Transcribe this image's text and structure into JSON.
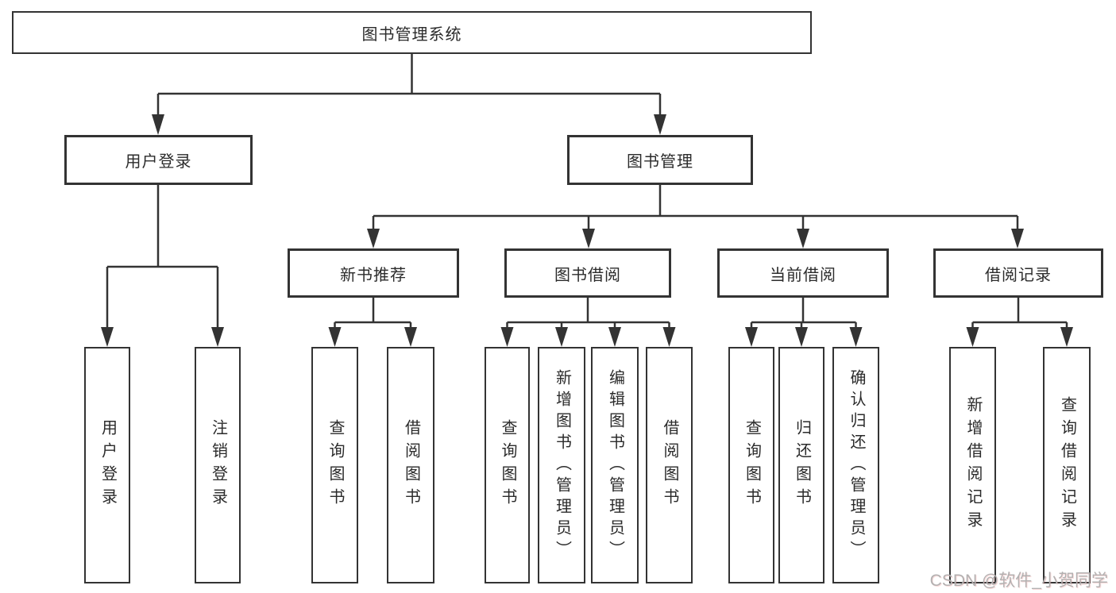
{
  "diagram": {
    "root": "图书管理系统",
    "level2": {
      "user_login": "用户登录",
      "book_mgmt": "图书管理"
    },
    "level3": {
      "new_book_rec": "新书推荐",
      "book_borrow": "图书借阅",
      "current_borrow": "当前借阅",
      "borrow_record": "借阅记录"
    },
    "leaves": {
      "user_login_leaf": "用户登录",
      "logout": "注销登录",
      "query_book_rec": "查询图书",
      "borrow_book_rec": "借阅图书",
      "query_book_borrow": "查询图书",
      "add_book_admin": "新增图书（管理员）",
      "edit_book_admin": "编辑图书（管理员）",
      "borrow_book_borrow": "借阅图书",
      "query_book_current": "查询图书",
      "return_book": "归还图书",
      "confirm_return_admin": "确认归还（管理员）",
      "add_borrow_record": "新增借阅记录",
      "query_borrow_record": "查询借阅记录"
    }
  },
  "watermark": "CSDN @软件_小贺同学",
  "colors": {
    "line": "#333333",
    "text": "#2b2b2b",
    "background": "#ffffff",
    "watermark": "#b3b1b1"
  }
}
